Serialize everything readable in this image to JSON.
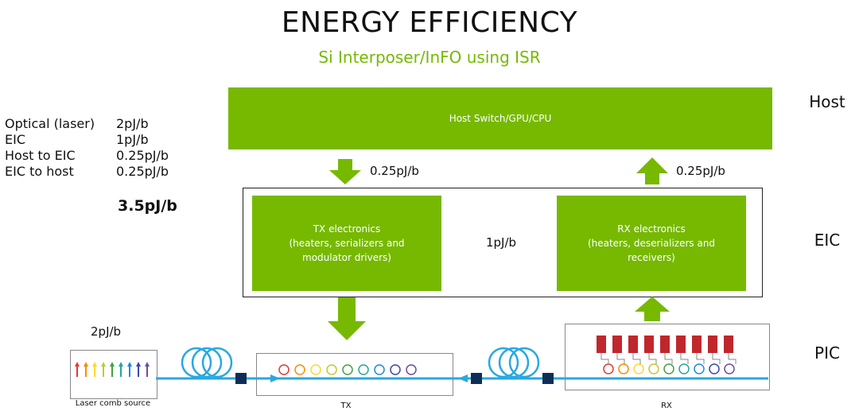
{
  "header": {
    "title": "ENERGY EFFICIENCY",
    "subtitle": "Si Interposer/InFO using ISR"
  },
  "rows": {
    "host": "Host",
    "eic": "EIC",
    "pic": "PIC"
  },
  "legend": {
    "items": [
      {
        "label": "Optical (laser)",
        "value": "2pJ/b"
      },
      {
        "label": "EIC",
        "value": "1pJ/b"
      },
      {
        "label": "Host to EIC",
        "value": "0.25pJ/b"
      },
      {
        "label": "EIC to host",
        "value": "0.25pJ/b"
      }
    ],
    "total": "3.5pJ/b"
  },
  "host_box": {
    "label": "Host Switch/GPU/CPU"
  },
  "eic": {
    "tx": {
      "label": "TX electronics\n(heaters, serializers and\nmodulator drivers)"
    },
    "rx": {
      "label": "RX electronics\n(heaters, deserializers and\nreceivers)"
    },
    "center_value": "1pJ/b"
  },
  "flows": {
    "host_to_eic": "0.25pJ/b",
    "eic_to_host": "0.25pJ/b"
  },
  "pic": {
    "laser_power": "2pJ/b",
    "laser_label": "Laser comb source",
    "tx_label": "TX",
    "rx_label": "RX"
  },
  "colors": {
    "accent_green": "#76b900",
    "waveguide_blue": "#29a8e0",
    "connector_navy": "#0d2f57",
    "detector_red": "#c0272d"
  },
  "wavelength_colors": [
    "#e53935",
    "#fb8c00",
    "#fdd835",
    "#c0ca33",
    "#43a047",
    "#26a69a",
    "#1e88e5",
    "#3949ab",
    "#6d4c9f"
  ]
}
